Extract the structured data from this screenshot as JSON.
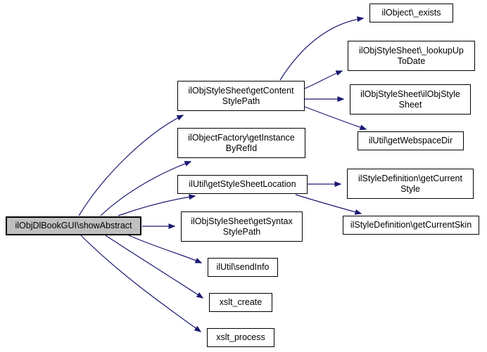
{
  "diagram": {
    "type": "call-graph",
    "colors": {
      "background": "#ffffff",
      "edge": "#191970",
      "node_border": "#000000",
      "node_fill": "#ffffff",
      "root_node_fill": "#bfbfbf"
    },
    "nodes": {
      "show_abstract": {
        "label": "ilObjDlBookGUI\\showAbstract"
      },
      "get_content_style_path": {
        "label": "ilObjStyleSheet\\getContent\nStylePath"
      },
      "get_instance_by_ref_id": {
        "label": "ilObjectFactory\\getInstance\nByRefId"
      },
      "get_style_sheet_location": {
        "label": "ilUtil\\getStyleSheetLocation"
      },
      "get_syntax_style_path": {
        "label": "ilObjStyleSheet\\getSyntax\nStylePath"
      },
      "send_info": {
        "label": "ilUtil\\sendInfo"
      },
      "xslt_create": {
        "label": "xslt_create"
      },
      "xslt_process": {
        "label": "xslt_process"
      },
      "exists": {
        "label": "ilObject\\_exists"
      },
      "lookup_up_to_date": {
        "label": "ilObjStyleSheet\\_lookupUp\nToDate"
      },
      "il_obj_style_sheet": {
        "label": "ilObjStyleSheet\\ilObjStyle\nSheet"
      },
      "get_webspace_dir": {
        "label": "ilUtil\\getWebspaceDir"
      },
      "get_current_style": {
        "label": "ilStyleDefinition\\getCurrent\nStyle"
      },
      "get_current_skin": {
        "label": "ilStyleDefinition\\getCurrentSkin"
      }
    },
    "edges": [
      {
        "from": "show_abstract",
        "to": "get_content_style_path"
      },
      {
        "from": "show_abstract",
        "to": "get_instance_by_ref_id"
      },
      {
        "from": "show_abstract",
        "to": "get_style_sheet_location"
      },
      {
        "from": "show_abstract",
        "to": "get_syntax_style_path"
      },
      {
        "from": "show_abstract",
        "to": "send_info"
      },
      {
        "from": "show_abstract",
        "to": "xslt_create"
      },
      {
        "from": "show_abstract",
        "to": "xslt_process"
      },
      {
        "from": "get_content_style_path",
        "to": "exists"
      },
      {
        "from": "get_content_style_path",
        "to": "lookup_up_to_date"
      },
      {
        "from": "get_content_style_path",
        "to": "il_obj_style_sheet"
      },
      {
        "from": "get_content_style_path",
        "to": "get_webspace_dir"
      },
      {
        "from": "get_style_sheet_location",
        "to": "get_current_style"
      },
      {
        "from": "get_style_sheet_location",
        "to": "get_current_skin"
      }
    ]
  }
}
